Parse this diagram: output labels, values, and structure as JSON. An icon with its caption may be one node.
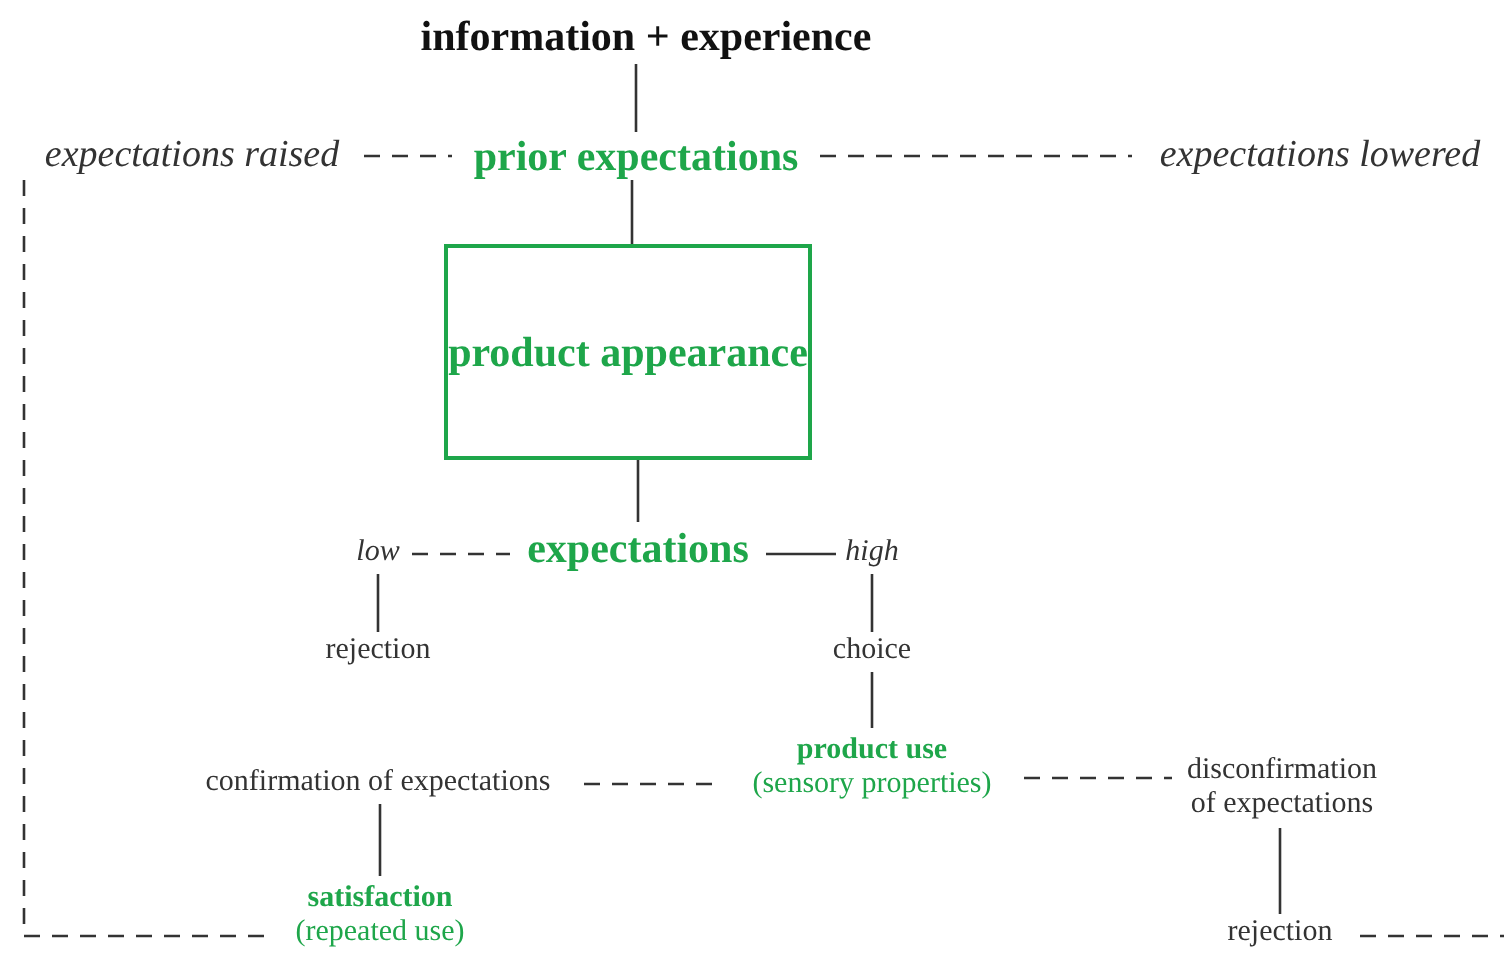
{
  "diagram": {
    "nodes": [
      {
        "text": [
          "information + experience"
        ]
      },
      {
        "text": [
          "expectations raised"
        ]
      },
      {
        "text": [
          "prior expectations"
        ]
      },
      {
        "text": [
          "expectations lowered"
        ]
      },
      {
        "text": [
          "product appearance"
        ]
      },
      {
        "text": [
          "low"
        ]
      },
      {
        "text": [
          "expectations"
        ]
      },
      {
        "text": [
          "high"
        ]
      },
      {
        "text": [
          "rejection"
        ]
      },
      {
        "text": [
          "choice"
        ]
      },
      {
        "text": [
          "confirmation of expectations"
        ]
      },
      {
        "text": [
          "product use",
          "(sensory properties)"
        ]
      },
      {
        "text": [
          "disconfirmation of expectations"
        ]
      },
      {
        "text": [
          "satisfaction",
          "(repeated use)"
        ]
      },
      {
        "text": [
          "rejection"
        ]
      }
    ],
    "edges": [
      {
        "from": 0,
        "to": 2,
        "arrow": "none"
      },
      {
        "from": 1,
        "to": 2,
        "arrow": "none",
        "style": "dashed"
      },
      {
        "from": 2,
        "to": 3,
        "arrow": "none",
        "style": "dashed"
      },
      {
        "from": 2,
        "to": 4,
        "arrow": "none"
      },
      {
        "from": 4,
        "to": 6,
        "arrow": "none"
      },
      {
        "from": 5,
        "to": 6,
        "arrow": "none",
        "style": "dashed"
      },
      {
        "from": 6,
        "to": 7,
        "arrow": "none"
      },
      {
        "from": 5,
        "to": 8,
        "arrow": "none"
      },
      {
        "from": 7,
        "to": 9,
        "arrow": "none"
      },
      {
        "from": 9,
        "to": 11,
        "arrow": "none"
      },
      {
        "from": 10,
        "to": 11,
        "arrow": "none",
        "style": "dashed"
      },
      {
        "from": 11,
        "to": 12,
        "arrow": "none",
        "style": "dashed"
      },
      {
        "from": 12,
        "to": 14,
        "arrow": "none"
      },
      {
        "from": 10,
        "to": 13,
        "arrow": "none"
      },
      {
        "from": 13,
        "to": 1,
        "arrow": "none",
        "style": "dashed"
      },
      {
        "from": 14,
        "to": null,
        "arrow": "none",
        "style": "dashed"
      }
    ]
  }
}
